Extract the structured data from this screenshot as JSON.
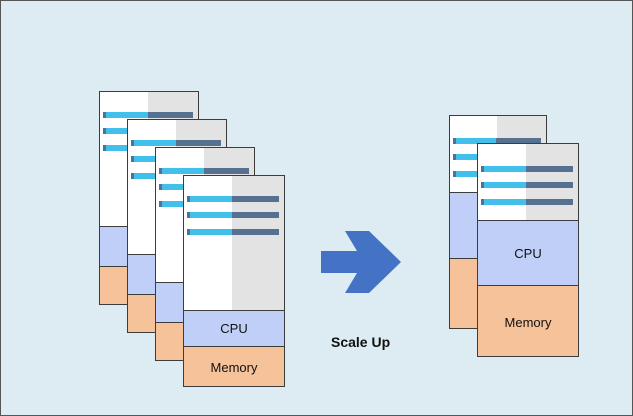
{
  "diagram": {
    "label": "Scale Up",
    "cpu_label": "CPU",
    "memory_label": "Memory",
    "colors": {
      "background": "#dcecf2",
      "cpu": "#c0cff7",
      "memory": "#f6c299",
      "arrow": "#4472c4",
      "row_highlight": "#41c0ec",
      "row_dark": "#56708f"
    },
    "left_group": {
      "server_count": 4
    },
    "right_group": {
      "server_count": 2
    }
  }
}
